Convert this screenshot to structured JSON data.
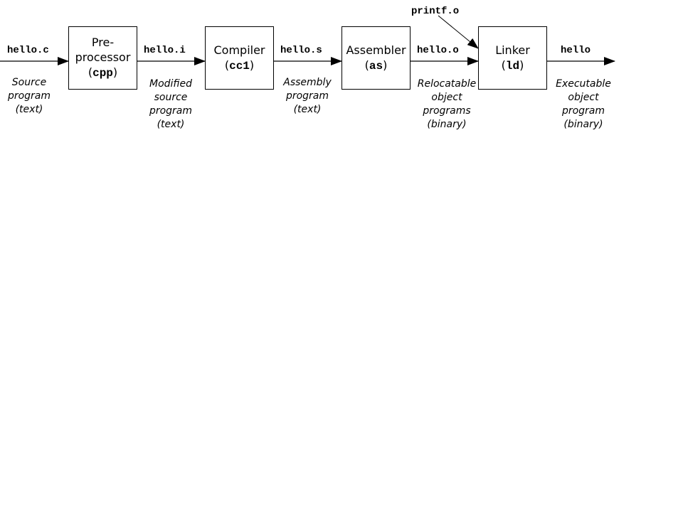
{
  "stages": [
    {
      "name_lines": [
        "Pre-",
        "processor"
      ],
      "program": "cpp"
    },
    {
      "name_lines": [
        "Compiler"
      ],
      "program": "cc1"
    },
    {
      "name_lines": [
        "Assembler"
      ],
      "program": "as"
    },
    {
      "name_lines": [
        "Linker"
      ],
      "program": "ld"
    }
  ],
  "files": [
    {
      "name": "hello.c",
      "desc": [
        "Source",
        "program",
        "(text)"
      ]
    },
    {
      "name": "hello.i",
      "desc": [
        "Modified",
        "source",
        "program",
        "(text)"
      ]
    },
    {
      "name": "hello.s",
      "desc": [
        "Assembly",
        "program",
        "(text)"
      ]
    },
    {
      "name": "hello.o",
      "desc": [
        "Relocatable",
        "object",
        "programs",
        "(binary)"
      ]
    },
    {
      "name": "hello",
      "desc": [
        "Executable",
        "object",
        "program",
        "(binary)"
      ]
    }
  ],
  "extra_input": {
    "name": "printf.o"
  },
  "colors": {
    "stroke": "#000000",
    "background": "#ffffff"
  }
}
